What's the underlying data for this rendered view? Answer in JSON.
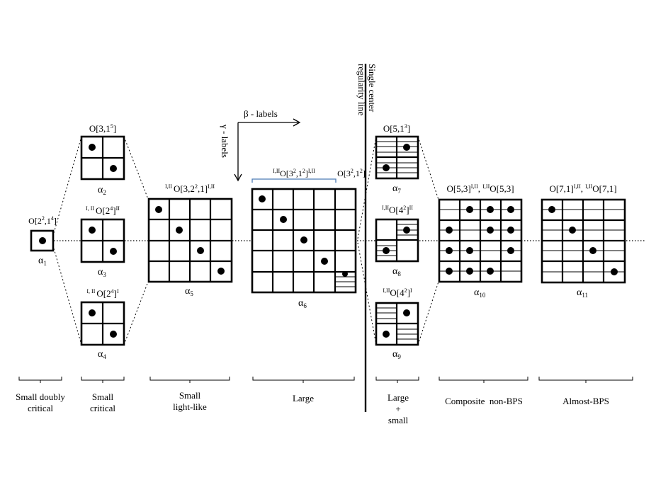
{
  "diagrams": [
    {
      "id": "alpha1",
      "label_base": "α",
      "label_sub": "1",
      "header": "O[2²,1⁴]"
    },
    {
      "id": "alpha2",
      "label_base": "α",
      "label_sub": "2",
      "header": "O[3,1⁵]"
    },
    {
      "id": "alpha3",
      "label_base": "α",
      "label_sub": "3",
      "header": "I, II O[2⁴]II"
    },
    {
      "id": "alpha4",
      "label_base": "α",
      "label_sub": "4",
      "header": "I, II O[2⁴]I"
    },
    {
      "id": "alpha5",
      "label_base": "α",
      "label_sub": "5",
      "header": "I,II O[3,2²,1]I,II"
    },
    {
      "id": "alpha6",
      "label_base": "α",
      "label_sub": "6",
      "header": "I,II O[3²,1²]I,II",
      "header2": "O[3²,1²]"
    },
    {
      "id": "alpha7",
      "label_base": "α",
      "label_sub": "7",
      "header": "O[5,1³]"
    },
    {
      "id": "alpha8",
      "label_base": "α",
      "label_sub": "8",
      "header": "I,II O[4²]II"
    },
    {
      "id": "alpha9",
      "label_base": "α",
      "label_sub": "9",
      "header": "I,II O[4²]I"
    },
    {
      "id": "alpha10",
      "label_base": "α",
      "label_sub": "10",
      "header": "O[5,3]I,II, I,II O[5,3]"
    },
    {
      "id": "alpha11",
      "label_base": "α",
      "label_sub": "11",
      "header": "O[7,1]I,II, I,II O[7,1]"
    }
  ],
  "axes": {
    "beta_label": "β - labels",
    "gamma_label": "γ - labels"
  },
  "regularity_line": {
    "line1": "Single center",
    "line2": "regularity line"
  },
  "categories": [
    {
      "id": "small-doubly-critical",
      "lines": [
        "Small doubly",
        "critical"
      ]
    },
    {
      "id": "small-critical",
      "lines": [
        "Small",
        "critical"
      ]
    },
    {
      "id": "small-light-like",
      "lines": [
        "Small",
        "light-like"
      ]
    },
    {
      "id": "large",
      "lines": [
        "Large"
      ]
    },
    {
      "id": "large-plus-small",
      "lines": [
        "Large",
        "+",
        "small"
      ]
    },
    {
      "id": "composite-non-bps",
      "lines": [
        "Composite  non-BPS"
      ]
    },
    {
      "id": "almost-bps",
      "lines": [
        "Almost-BPS"
      ]
    }
  ]
}
